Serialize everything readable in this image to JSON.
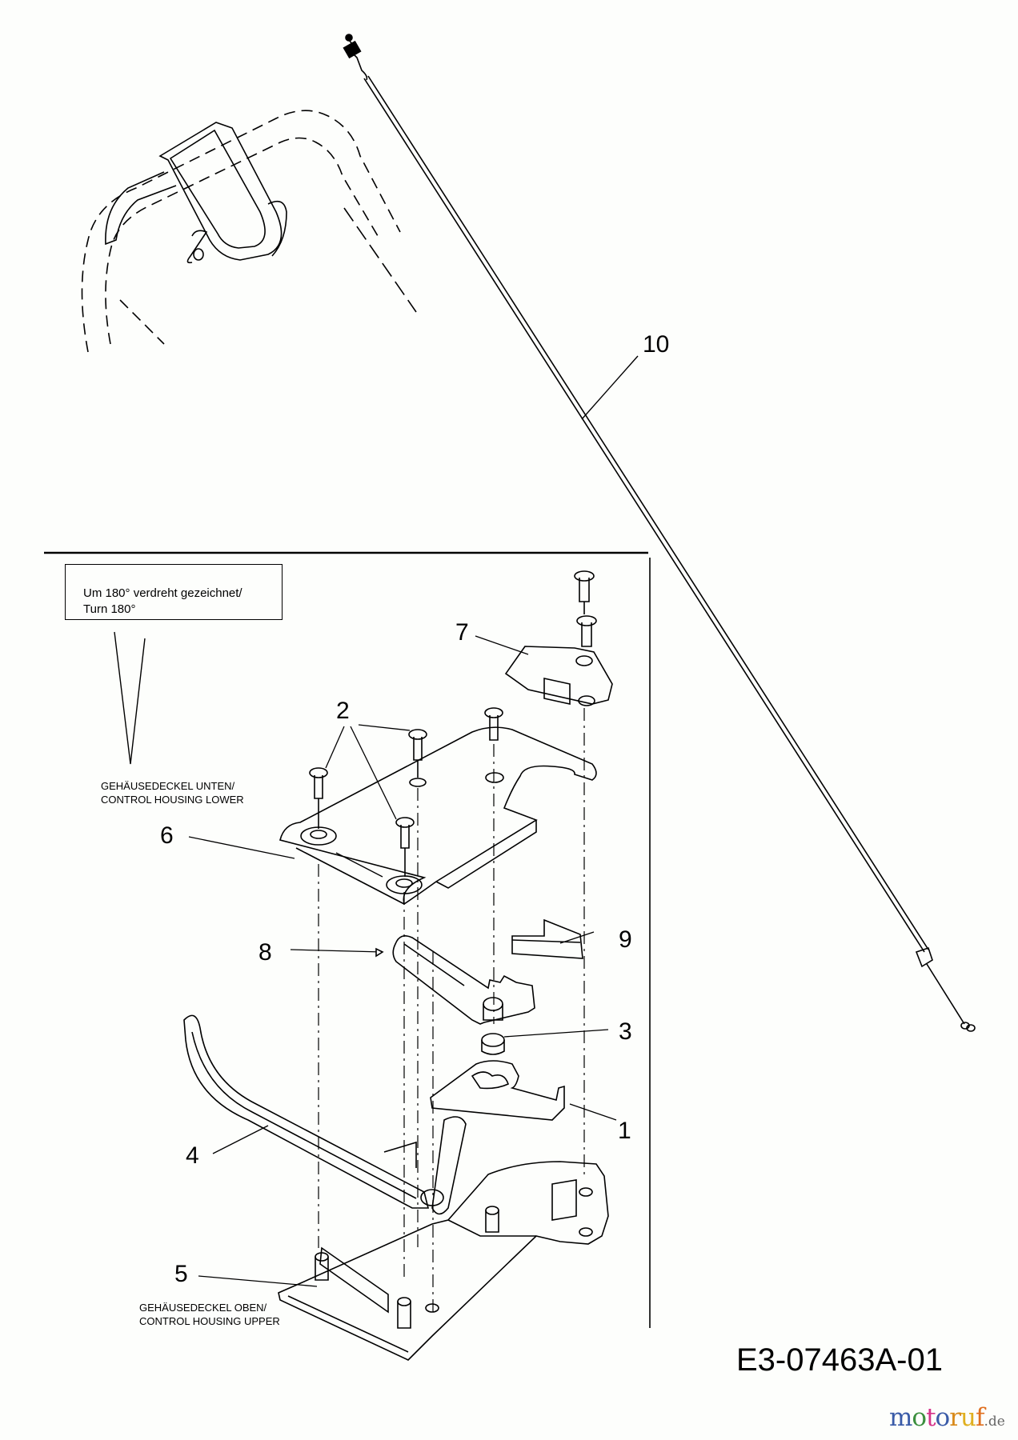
{
  "diagram": {
    "title": "Control housing exploded parts diagram",
    "drawing_code": "E3-07463A-01",
    "note": {
      "line1": "Um 180° verdreht gezeichnet/",
      "line2": "Turn 180°"
    },
    "sublabels": {
      "lower": {
        "line1": "GEHÄUSEDECKEL UNTEN/",
        "line2": "CONTROL HOUSING LOWER"
      },
      "upper": {
        "line1": "GEHÄUSEDECKEL OBEN/",
        "line2": "CONTROL HOUSING UPPER"
      }
    },
    "callouts": [
      {
        "id": "c1",
        "label": "1",
        "part": "plate"
      },
      {
        "id": "c2",
        "label": "2",
        "part": "screws"
      },
      {
        "id": "c3",
        "label": "3",
        "part": "bushing"
      },
      {
        "id": "c4",
        "label": "4",
        "part": "lever"
      },
      {
        "id": "c5",
        "label": "5",
        "part": "control housing upper"
      },
      {
        "id": "c6",
        "label": "6",
        "part": "control housing lower"
      },
      {
        "id": "c7",
        "label": "7",
        "part": "cover"
      },
      {
        "id": "c8",
        "label": "8",
        "part": "ratchet arm"
      },
      {
        "id": "c9",
        "label": "9",
        "part": "spring clip"
      },
      {
        "id": "c10",
        "label": "10",
        "part": "cable"
      }
    ]
  },
  "watermark": {
    "letters": [
      "m",
      "o",
      "t",
      "o",
      "r",
      "u",
      "f"
    ],
    "colors": [
      "#3a5ba8",
      "#3b8f3e",
      "#d6338a",
      "#3a5ba8",
      "#d98a1a",
      "#e0b020",
      "#e07020"
    ],
    "suffix": ".de"
  }
}
